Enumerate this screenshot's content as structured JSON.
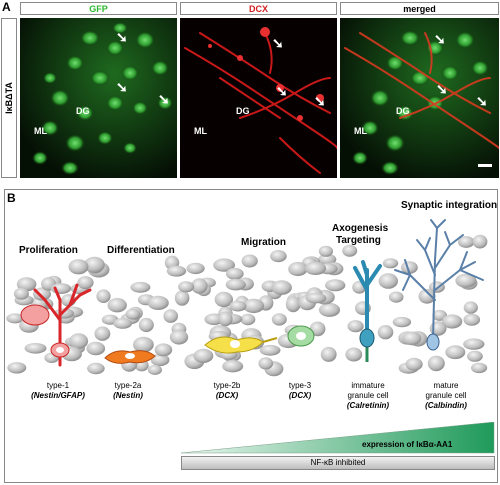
{
  "panelA": {
    "letter": "A",
    "row_label": "IκBΔTA",
    "headers": [
      {
        "text": "GFP",
        "color": "#2db82d"
      },
      {
        "text": "DCX",
        "color": "#d42020"
      },
      {
        "text": "merged",
        "color": "#000000"
      }
    ],
    "region_labels": {
      "ml": "ML",
      "dg": "DG"
    }
  },
  "panelB": {
    "letter": "B",
    "stages": {
      "proliferation": "Proliferation",
      "differentiation": "Differentiation",
      "migration": "Migration",
      "axogenesis": "Axogenesis",
      "targeting": "Targeting",
      "synaptic": "Synaptic integration"
    },
    "cells": [
      {
        "name": "type-1",
        "marker": "(Nestin/GFAP)"
      },
      {
        "name": "type-2a",
        "marker": "(Nestin)"
      },
      {
        "name": "type-2b",
        "marker": "(DCX)"
      },
      {
        "name": "type-3",
        "marker": "(DCX)"
      },
      {
        "name": "immature",
        "name2": "granule cell",
        "marker": "(Calretinin)"
      },
      {
        "name": "mature",
        "name2": "granule cell",
        "marker": "(Calbindin)"
      }
    ],
    "expression_label": "expression of IκBα-AA1",
    "inhibited_label": "NF-κB inhibited"
  }
}
